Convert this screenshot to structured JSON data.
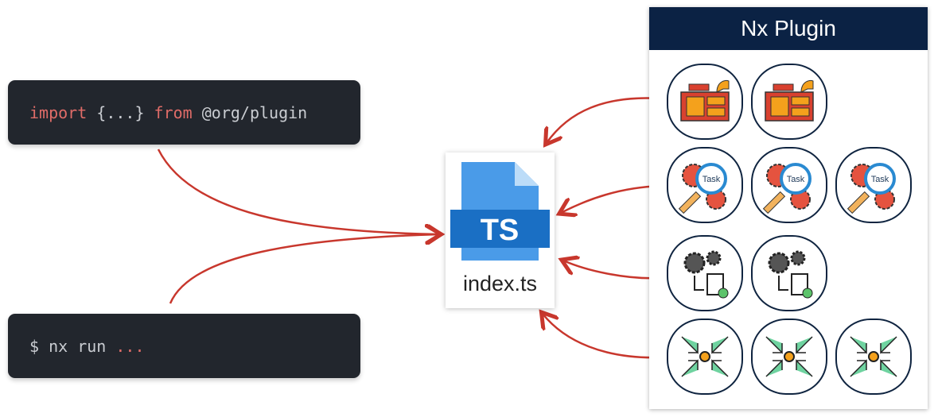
{
  "code_import": {
    "kw1": "import",
    "mid": " {...} ",
    "kw2": "from",
    "rest": " @org/plugin"
  },
  "code_run": {
    "prefix": "$ nx run ",
    "dots": "..."
  },
  "file": {
    "name": "index.ts",
    "badge": "TS"
  },
  "panel": {
    "title": "Nx Plugin",
    "task_label": "Task",
    "rows": [
      {
        "icon": "generator-icon",
        "count": 2
      },
      {
        "icon": "task-inference-icon",
        "count": 3
      },
      {
        "icon": "executor-icon",
        "count": 2
      },
      {
        "icon": "migration-icon",
        "count": 3
      }
    ]
  },
  "colors": {
    "arrow": "#c8372d",
    "panel_header": "#0b2244",
    "code_bg": "#22262d",
    "keyword": "#e06c68",
    "ts_blue": "#1a73c8"
  }
}
